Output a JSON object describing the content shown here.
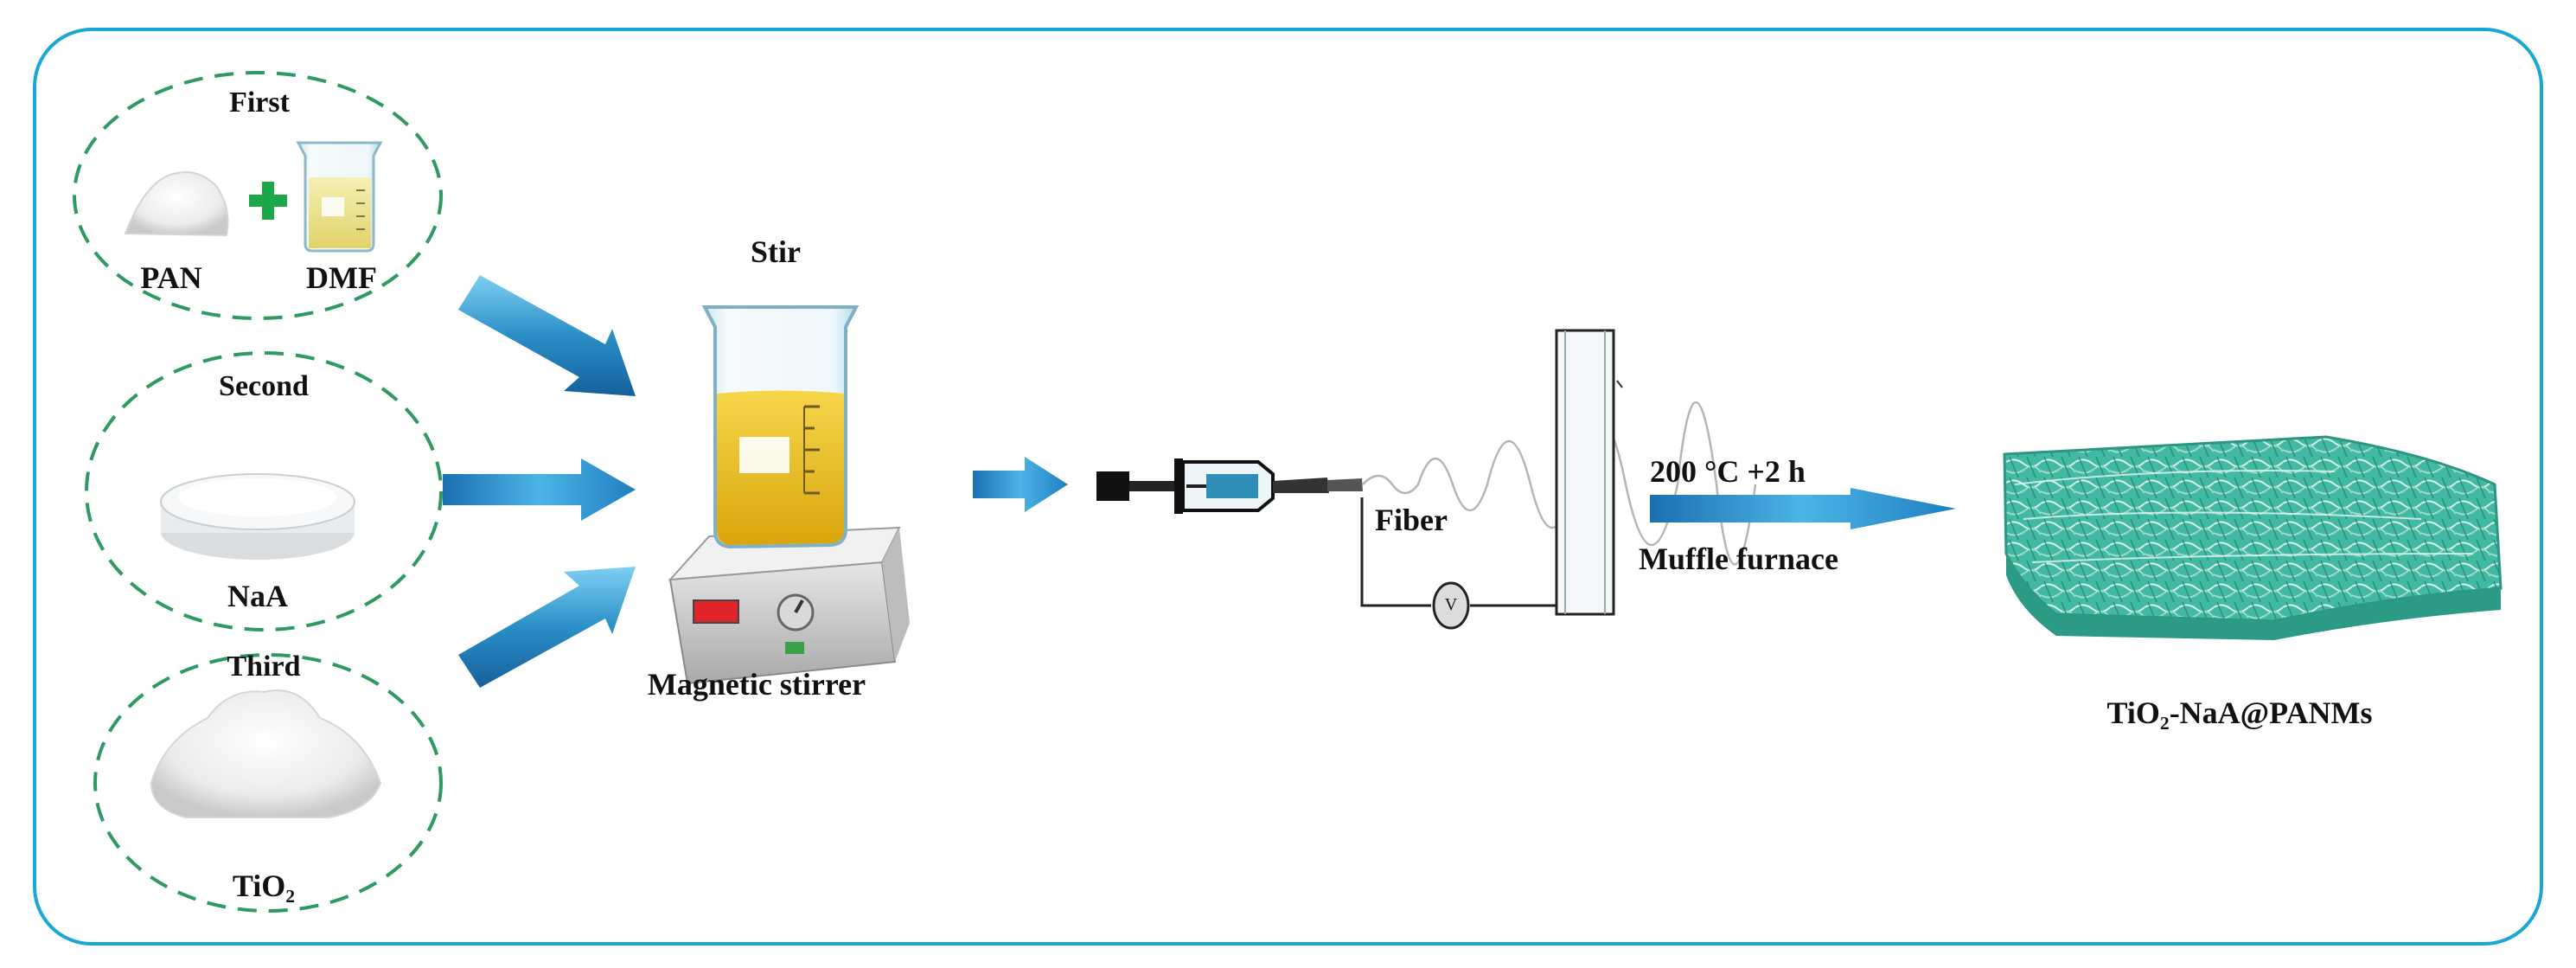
{
  "colors": {
    "frame_border": "#1aa7d6",
    "circle_dash": "#2e9a62",
    "plus": "#1aa84a",
    "arrow": "#2a8fc6",
    "solution": "#e8b414",
    "membrane": "#3fb8a0"
  },
  "steps": {
    "first": {
      "title": "First",
      "left_label": "PAN",
      "right_label": "DMF"
    },
    "second": {
      "title": "Second",
      "label": "NaA"
    },
    "third": {
      "title": "Third",
      "label": "TiO₂"
    }
  },
  "stir": {
    "top_label": "Stir",
    "bottom_label": "Magnetic stirrer"
  },
  "electrospin": {
    "fiber_label": "Fiber",
    "voltage_symbol": "V"
  },
  "heat": {
    "condition": "200 °C +2 h",
    "device": "Muffle furnace"
  },
  "product": {
    "label": "TiO₂-NaA@PANMs"
  },
  "icons": [
    "plus-icon",
    "powder-pile-icon",
    "beaker-icon",
    "petri-dish-icon",
    "magnetic-stirrer-icon",
    "syringe-icon",
    "collector-icon",
    "voltmeter-icon",
    "flow-arrow-icon",
    "nanofiber-membrane-icon"
  ]
}
